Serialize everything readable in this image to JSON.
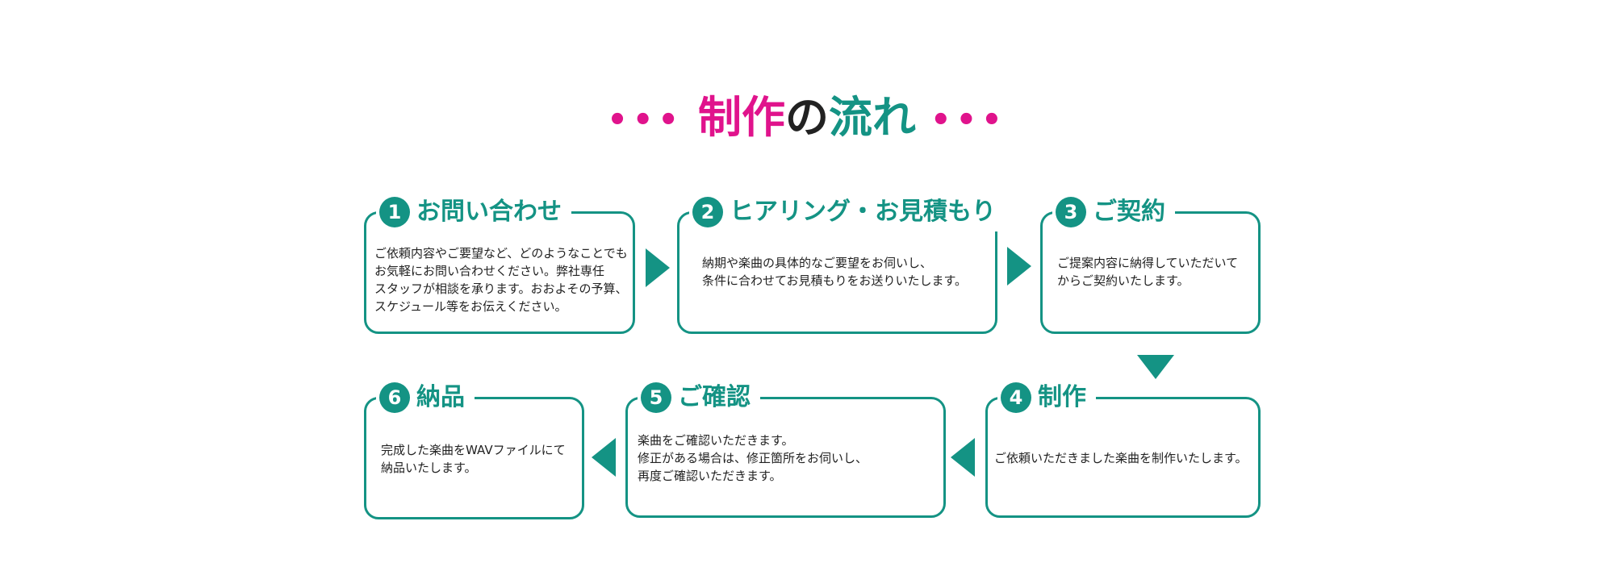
{
  "title": {
    "dots_left": "•••",
    "part1": "制作",
    "part2": "の",
    "part3": "流れ",
    "dots_right": "•••"
  },
  "steps": [
    {
      "num": "1",
      "heading": "お問い合わせ",
      "lines": [
        "ご依頼内容やご要望など、どのようなことでも",
        "お気軽にお問い合わせください。弊社専任",
        "スタッフが相談を承ります。おおよその予算、",
        "スケジュール等をお伝えください。"
      ]
    },
    {
      "num": "2",
      "heading": "ヒアリング・お見積もり",
      "lines": [
        "納期や楽曲の具体的なご要望をお伺いし、",
        "条件に合わせてお見積もりをお送りいたします。"
      ]
    },
    {
      "num": "3",
      "heading": "ご契約",
      "lines": [
        "ご提案内容に納得していただいて",
        "からご契約いたします。"
      ]
    },
    {
      "num": "4",
      "heading": "制作",
      "lines": [
        "ご依頼いただきました楽曲を制作いたします。"
      ]
    },
    {
      "num": "5",
      "heading": "ご確認",
      "lines": [
        "楽曲をご確認いただきます。",
        "修正がある場合は、修正箇所をお伺いし、",
        "再度ご確認いただきます。"
      ]
    },
    {
      "num": "6",
      "heading": "納品",
      "lines": [
        "完成した楽曲をWAVファイルにて",
        "納品いたします。"
      ]
    }
  ],
  "colors": {
    "accent": "#149384",
    "title_pink": "#e0138c",
    "text": "#222222"
  }
}
